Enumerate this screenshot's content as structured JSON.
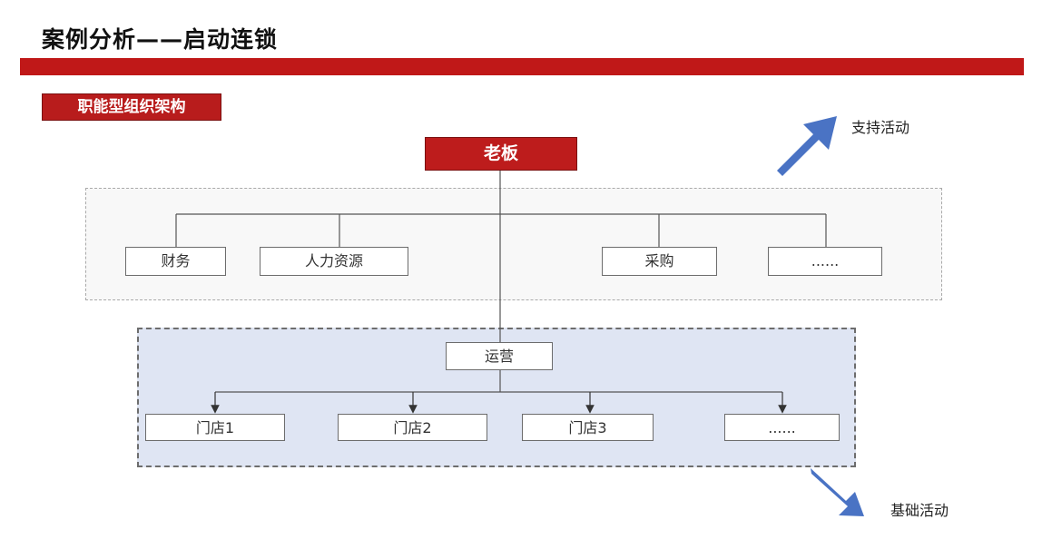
{
  "title": "案例分析——启动连锁",
  "section_tag": "职能型组织架构",
  "boss": "老板",
  "support_depts": [
    {
      "label": "财务"
    },
    {
      "label": "人力资源"
    },
    {
      "label": "采购"
    },
    {
      "label": "......"
    }
  ],
  "operations": "运营",
  "stores": [
    {
      "label": "门店1"
    },
    {
      "label": "门店2"
    },
    {
      "label": "门店3"
    },
    {
      "label": "......"
    }
  ],
  "support_activity_label": "支持活动",
  "base_activity_label": "基础活动",
  "colors": {
    "header_red": "#c01818",
    "arrow_blue": "#4a73c4",
    "base_zone_fill": "#dfe5f3"
  }
}
